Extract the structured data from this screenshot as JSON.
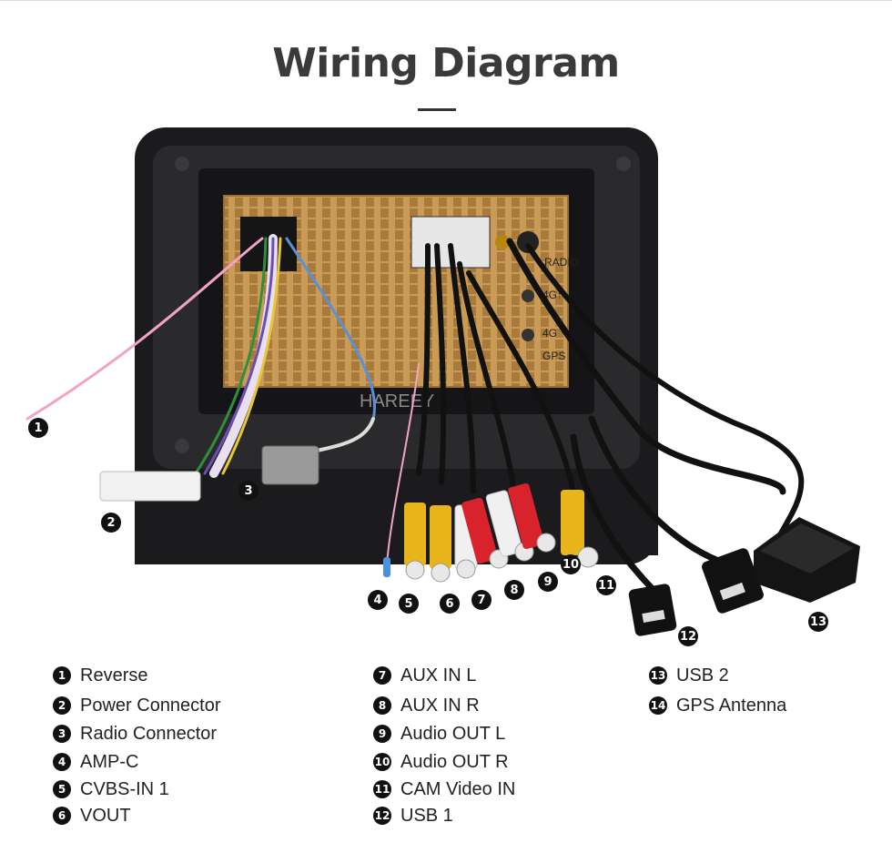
{
  "title": "Wiring Diagram",
  "watermark": "HAREEY",
  "unit_labels": {
    "radio": "RADIO",
    "fourg_a": "4G↑",
    "fourg_b": "4G",
    "gps": "GPS"
  },
  "legend": [
    {
      "num": "1",
      "label": "Reverse"
    },
    {
      "num": "2",
      "label": "Power Connector"
    },
    {
      "num": "3",
      "label": "Radio Connector"
    },
    {
      "num": "4",
      "label": "AMP-C"
    },
    {
      "num": "5",
      "label": "CVBS-IN 1"
    },
    {
      "num": "6",
      "label": "VOUT"
    },
    {
      "num": "7",
      "label": "AUX IN L"
    },
    {
      "num": "8",
      "label": "AUX IN R"
    },
    {
      "num": "9",
      "label": "Audio OUT L"
    },
    {
      "num": "10",
      "label": "Audio OUT R"
    },
    {
      "num": "11",
      "label": "CAM Video IN"
    },
    {
      "num": "12",
      "label": "USB 1"
    },
    {
      "num": "13",
      "label": "USB 2"
    },
    {
      "num": "14",
      "label": "GPS Antenna"
    }
  ],
  "colors": {
    "frame": "#1c1c1e",
    "chassis": "#c79a55",
    "rca_yellow": "#e8b51a",
    "rca_red": "#d8222c",
    "rca_white": "#f0f0f0",
    "wire_pink": "#f2a3c8",
    "wire_blue": "#5b8fd6"
  }
}
